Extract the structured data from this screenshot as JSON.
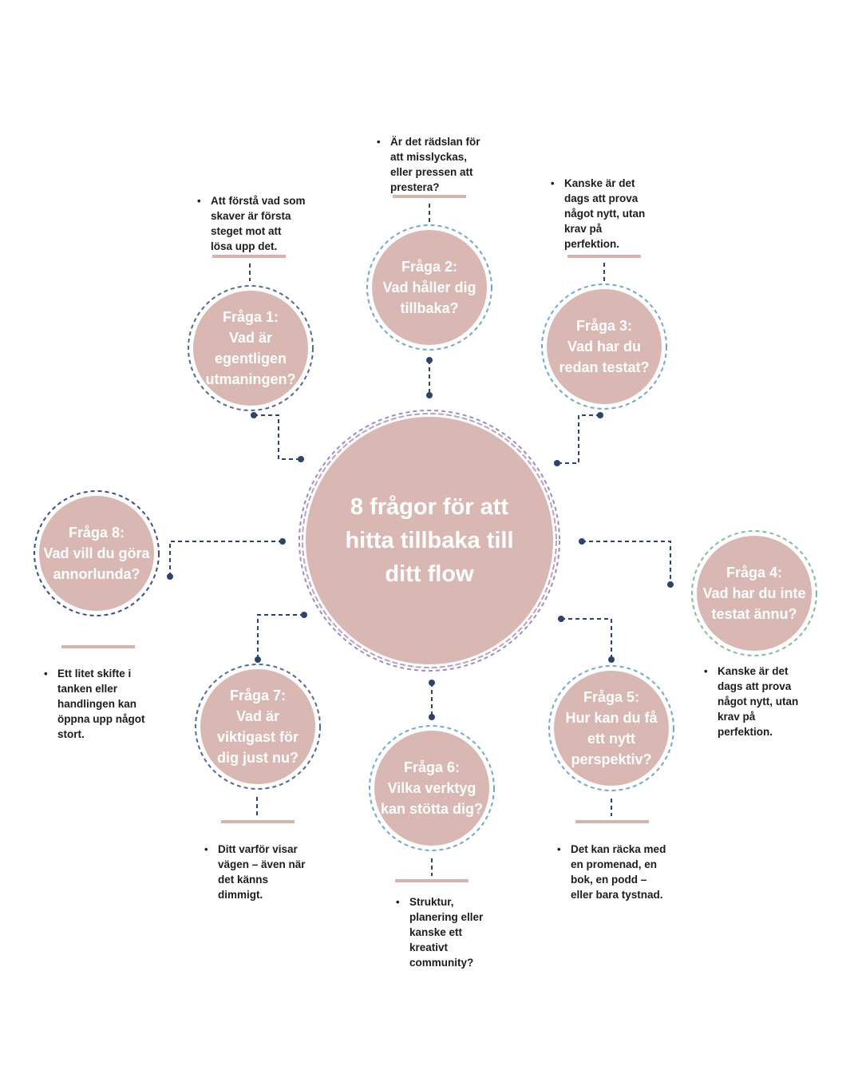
{
  "center": {
    "lines": [
      "8 frågor för att",
      "hitta tillbaka till",
      "ditt flow"
    ]
  },
  "questions": [
    {
      "lines": [
        "Fråga 1:",
        "Vad är",
        "egentligen",
        "utmaningen?"
      ],
      "note": [
        "Att förstå vad som",
        "skaver är första",
        "steget mot att",
        "lösa upp det."
      ]
    },
    {
      "lines": [
        "Fråga 2:",
        "Vad håller dig",
        "tillbaka?"
      ],
      "note": [
        "Är det rädslan för",
        "att misslyckas,",
        "eller pressen att",
        "prestera?"
      ]
    },
    {
      "lines": [
        "Fråga 3:",
        "Vad har du",
        "redan testat?"
      ],
      "note": [
        "Kanske är det",
        "dags att prova",
        "något nytt, utan",
        "krav på",
        "perfektion."
      ]
    },
    {
      "lines": [
        "Fråga 4:",
        "Vad har du inte",
        "testat ännu?"
      ],
      "note": [
        "Kanske är det",
        "dags att prova",
        "något nytt, utan",
        "krav på",
        "perfektion."
      ]
    },
    {
      "lines": [
        "Fråga 5:",
        "Hur kan du få",
        "ett nytt",
        "perspektiv?"
      ],
      "note": [
        "Det kan räcka med",
        "en promenad, en",
        "bok, en podd –",
        "eller bara tystnad."
      ]
    },
    {
      "lines": [
        "Fråga 6:",
        "Vilka verktyg",
        "kan stötta dig?"
      ],
      "note": [
        "Struktur,",
        "planering eller",
        "kanske ett",
        "kreativt",
        "community?"
      ]
    },
    {
      "lines": [
        "Fråga 7:",
        "Vad är",
        "viktigast för",
        "dig just nu?"
      ],
      "note": [
        "Ditt varför visar",
        "vägen – även när",
        "det känns",
        "dimmigt."
      ]
    },
    {
      "lines": [
        "Fråga 8:",
        "Vad vill du göra",
        "annorlunda?"
      ],
      "note": [
        "Ett litet skifte i",
        "tanken eller",
        "handlingen kan",
        "öppna upp något",
        "stort."
      ]
    }
  ],
  "colors": {
    "circle_fill": "#d9b8b4",
    "connector": "#2c4370",
    "accent_bar": "#d7b3ae",
    "ring_blue": "#6fa9d3",
    "ring_navy": "#4f6a9a",
    "ring_green": "#7fbf9a",
    "ring_purple": "#a68ab8"
  }
}
